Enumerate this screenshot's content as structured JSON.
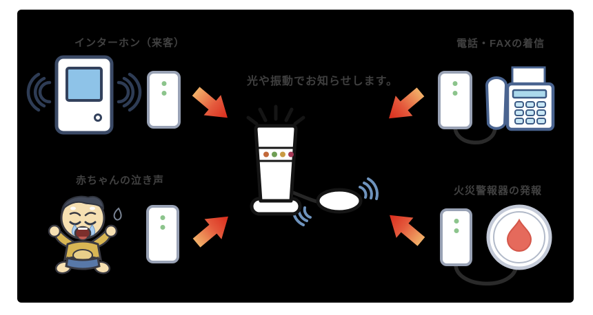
{
  "panel": {
    "background": "#000000",
    "caption": "光や振動でお知らせします。"
  },
  "sources": [
    {
      "id": "intercom",
      "label": "インターホン（来客）"
    },
    {
      "id": "phone_fax",
      "label": "電話・FAXの着信"
    },
    {
      "id": "baby_cry",
      "label": "赤ちゃんの泣き声"
    },
    {
      "id": "fire_alarm",
      "label": "火災警報器の発報"
    }
  ],
  "receiver": {
    "indicator_colors": [
      "#c2693a",
      "#6f9e54",
      "#c99b43",
      "#a63a57"
    ],
    "accessory": "vibration-pad"
  },
  "icons": {
    "intercom-icon": "door intercom unit with blue screen and sound waves",
    "transmitter-icon": "white wireless transmitter with two green LEDs",
    "receiver-icon": "tower receiver flashing light with 4 color indicators",
    "vibration-pad-icon": "corded vibrating pad with blue vibration arcs",
    "fax-icon": "fax machine with handset, paper and keypad",
    "baby-icon": "crying baby cartoon",
    "fire-alarm-icon": "round fire alarm with red flame drop",
    "arrow-icon": "thick gradient arrow pointing to receiver"
  },
  "colors": {
    "arrow_tail": "#f2b169",
    "arrow_head": "#d92c1c",
    "device_outline": "#3b4a66",
    "transmitter_border": "#99a2b5",
    "transmitter_led": "#8cc48c",
    "fax_outline": "#4a6490",
    "screen_blue": "#8ec3e8",
    "vibration_arc": "#6e93bd",
    "alarm_drop": "#e56a5c",
    "label_text": "#414141"
  }
}
